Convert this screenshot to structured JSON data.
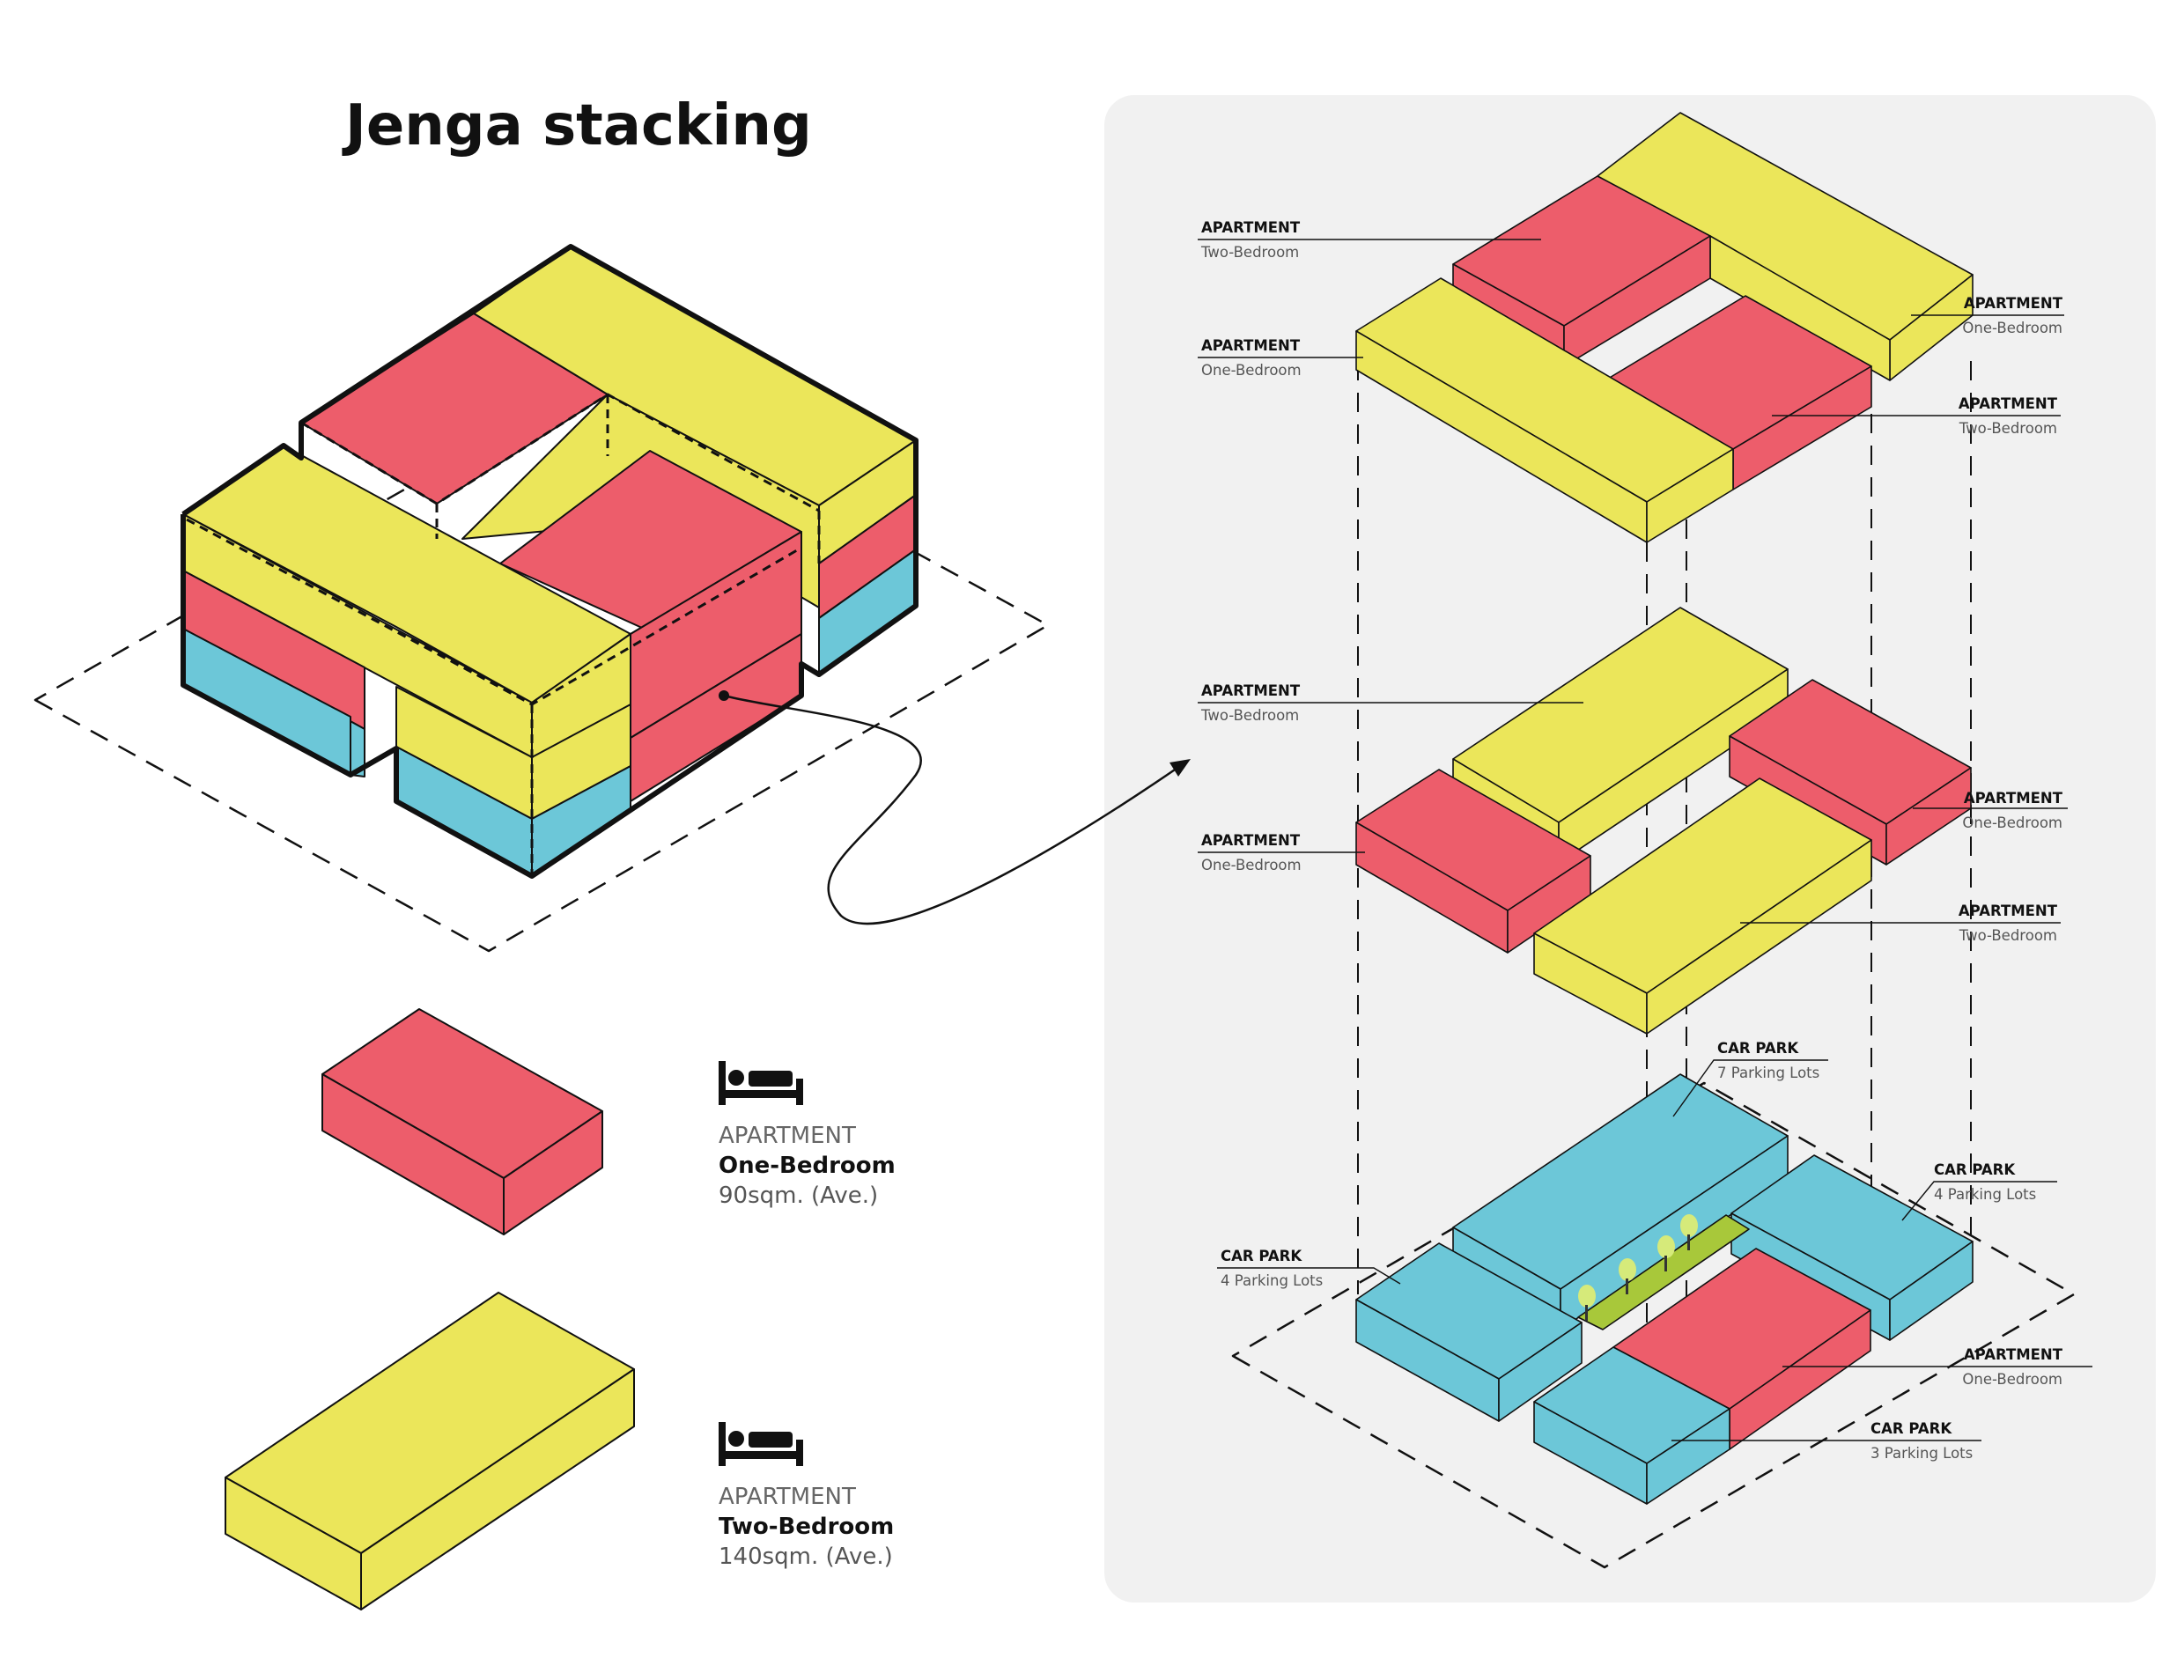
{
  "title": "Jenga stacking",
  "colors": {
    "one_bedroom": "#ed5d6b",
    "two_bedroom": "#ebe65a",
    "car_park": "#6cc7d8",
    "green": "#a8c83a",
    "panel": "#f1f1f1"
  },
  "legend": [
    {
      "head": "APARTMENT",
      "type": "One-Bedroom",
      "area": "90sqm. (Ave.)",
      "icon": "bed-icon"
    },
    {
      "head": "APARTMENT",
      "type": "Two-Bedroom",
      "area": "140sqm. (Ave.)",
      "icon": "bed-icon"
    }
  ],
  "labels": {
    "top_left_1": {
      "head": "APARTMENT",
      "sub": "Two-Bedroom"
    },
    "top_left_2": {
      "head": "APARTMENT",
      "sub": "One-Bedroom"
    },
    "top_right_1": {
      "head": "APARTMENT",
      "sub": "One-Bedroom"
    },
    "top_right_2": {
      "head": "APARTMENT",
      "sub": "Two-Bedroom"
    },
    "mid_left_1": {
      "head": "APARTMENT",
      "sub": "Two-Bedroom"
    },
    "mid_left_2": {
      "head": "APARTMENT",
      "sub": "One-Bedroom"
    },
    "mid_right_1": {
      "head": "APARTMENT",
      "sub": "One-Bedroom"
    },
    "mid_right_2": {
      "head": "APARTMENT",
      "sub": "Two-Bedroom"
    },
    "bot_top": {
      "head": "CAR PARK",
      "sub": "7 Parking Lots"
    },
    "bot_right": {
      "head": "CAR PARK",
      "sub": "4 Parking Lots"
    },
    "bot_left": {
      "head": "CAR PARK",
      "sub": "4 Parking Lots"
    },
    "bot_apt": {
      "head": "APARTMENT",
      "sub": "One-Bedroom"
    },
    "bot_car": {
      "head": "CAR PARK",
      "sub": "3 Parking Lots"
    }
  }
}
